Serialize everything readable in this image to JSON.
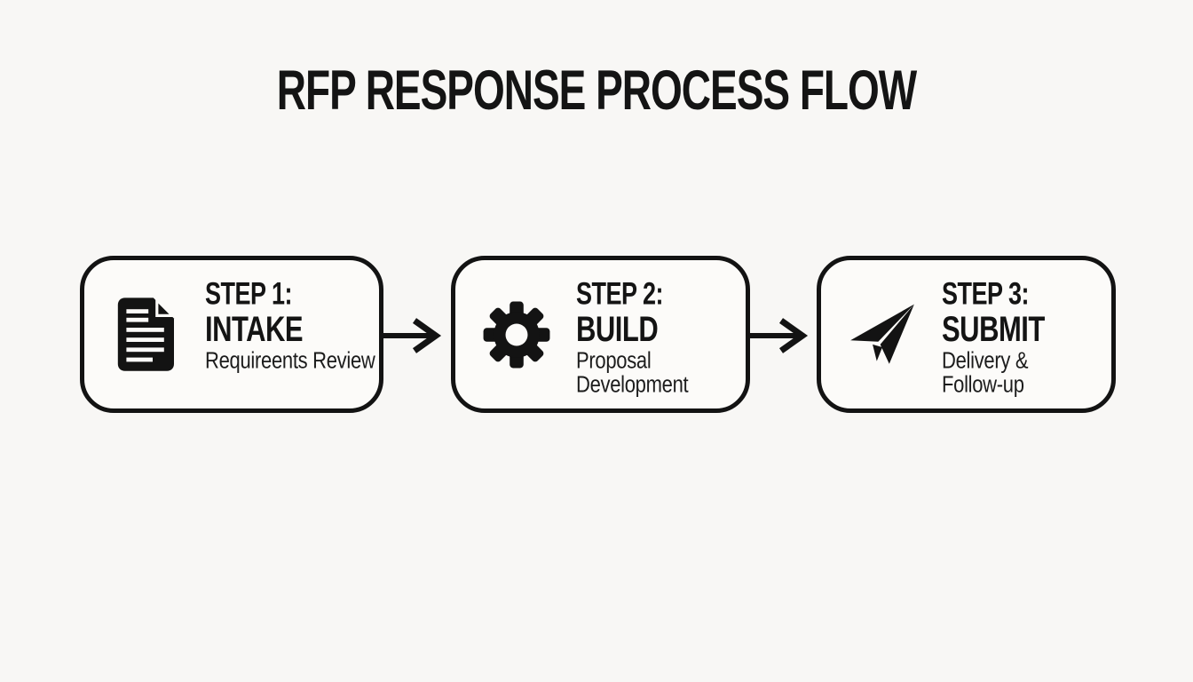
{
  "title": "RFP RESPONSE PROCESS FLOW",
  "colors": {
    "ink": "#131313",
    "background": "#f8f7f5",
    "box_background": "#fcfbf9"
  },
  "steps": [
    {
      "icon": "document-icon",
      "heading_line1": "STEP 1:",
      "heading_line2": "INTAKE",
      "subtitle_lines": [
        "Requireents Review"
      ]
    },
    {
      "icon": "gear-icon",
      "heading_line1": "STEP 2:",
      "heading_line2": "BUILD",
      "subtitle_lines": [
        "Proposal",
        "Development"
      ]
    },
    {
      "icon": "paper-plane-icon",
      "heading_line1": "STEP 3:",
      "heading_line2": "SUBMIT",
      "subtitle_lines": [
        "Delivery &",
        "Follow-up"
      ]
    }
  ],
  "connectors": [
    {
      "type": "arrow-right"
    },
    {
      "type": "arrow-right"
    }
  ]
}
